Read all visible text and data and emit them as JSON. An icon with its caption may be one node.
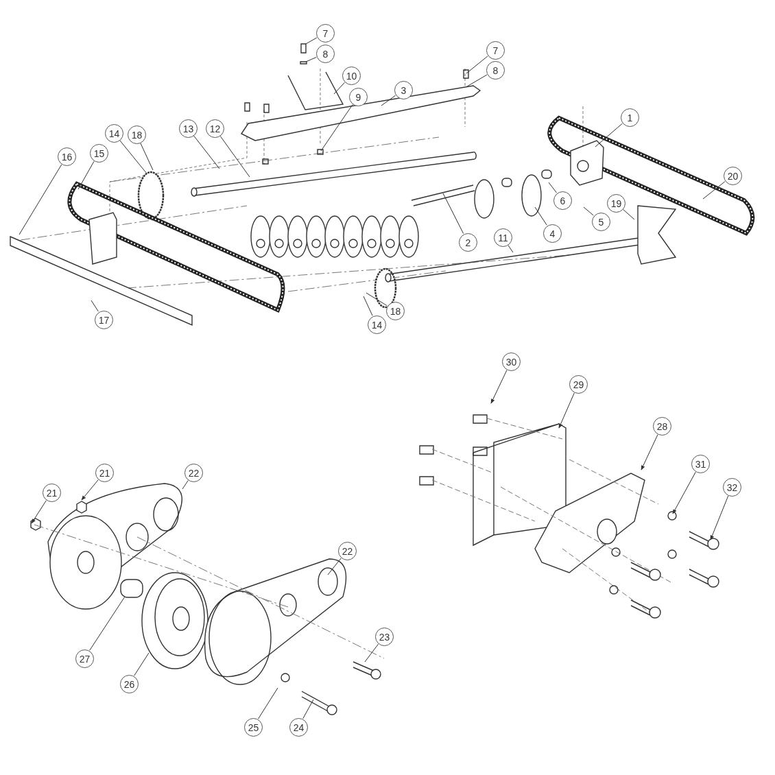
{
  "diagram": {
    "nodes": [
      {
        "text": [
          "7"
        ]
      },
      {
        "text": [
          "7"
        ]
      },
      {
        "text": [
          "8"
        ]
      },
      {
        "text": [
          "8"
        ]
      },
      {
        "text": [
          "10"
        ]
      },
      {
        "text": [
          "3"
        ]
      },
      {
        "text": [
          "9"
        ]
      },
      {
        "text": [
          "1"
        ]
      },
      {
        "text": [
          "13"
        ]
      },
      {
        "text": [
          "12"
        ]
      },
      {
        "text": [
          "14"
        ]
      },
      {
        "text": [
          "18"
        ]
      },
      {
        "text": [
          "15"
        ]
      },
      {
        "text": [
          "16"
        ]
      },
      {
        "text": [
          "20"
        ]
      },
      {
        "text": [
          "6"
        ]
      },
      {
        "text": [
          "19"
        ]
      },
      {
        "text": [
          "5"
        ]
      },
      {
        "text": [
          "11"
        ]
      },
      {
        "text": [
          "4"
        ]
      },
      {
        "text": [
          "2"
        ]
      },
      {
        "text": [
          "18"
        ]
      },
      {
        "text": [
          "14"
        ]
      },
      {
        "text": [
          "17"
        ]
      },
      {
        "text": [
          "30"
        ]
      },
      {
        "text": [
          "29"
        ]
      },
      {
        "text": [
          "21"
        ]
      },
      {
        "text": [
          "22"
        ]
      },
      {
        "text": [
          "21"
        ]
      },
      {
        "text": [
          "28"
        ]
      },
      {
        "text": [
          "31"
        ]
      },
      {
        "text": [
          "32"
        ]
      },
      {
        "text": [
          "22"
        ]
      },
      {
        "text": [
          "23"
        ]
      },
      {
        "text": [
          "27"
        ]
      },
      {
        "text": [
          "26"
        ]
      },
      {
        "text": [
          "25"
        ]
      },
      {
        "text": [
          "24"
        ]
      }
    ],
    "edges": [
      {
        "from": 0,
        "to": null,
        "arrow": "none"
      },
      {
        "from": 1,
        "to": null,
        "arrow": "none"
      },
      {
        "from": 2,
        "to": null,
        "arrow": "none"
      },
      {
        "from": 3,
        "to": null,
        "arrow": "none"
      },
      {
        "from": 4,
        "to": null,
        "arrow": "none"
      },
      {
        "from": 5,
        "to": null,
        "arrow": "none"
      },
      {
        "from": 6,
        "to": null,
        "arrow": "none"
      },
      {
        "from": 7,
        "to": null,
        "arrow": "none"
      },
      {
        "from": 8,
        "to": null,
        "arrow": "none"
      },
      {
        "from": 9,
        "to": null,
        "arrow": "none"
      },
      {
        "from": 10,
        "to": null,
        "arrow": "none"
      },
      {
        "from": 11,
        "to": null,
        "arrow": "none"
      },
      {
        "from": 12,
        "to": null,
        "arrow": "none"
      },
      {
        "from": 13,
        "to": null,
        "arrow": "none"
      },
      {
        "from": 14,
        "to": null,
        "arrow": "none"
      },
      {
        "from": 15,
        "to": null,
        "arrow": "none"
      },
      {
        "from": 16,
        "to": null,
        "arrow": "none"
      },
      {
        "from": 17,
        "to": null,
        "arrow": "none"
      },
      {
        "from": 18,
        "to": null,
        "arrow": "none"
      },
      {
        "from": 19,
        "to": null,
        "arrow": "none"
      },
      {
        "from": 20,
        "to": null,
        "arrow": "none"
      },
      {
        "from": 21,
        "to": null,
        "arrow": "none"
      },
      {
        "from": 22,
        "to": null,
        "arrow": "none"
      },
      {
        "from": 23,
        "to": null,
        "arrow": "none"
      },
      {
        "from": 24,
        "to": null,
        "arrow": "to"
      },
      {
        "from": 25,
        "to": null,
        "arrow": "to"
      },
      {
        "from": 26,
        "to": null,
        "arrow": "to"
      },
      {
        "from": 27,
        "to": null,
        "arrow": "none"
      },
      {
        "from": 28,
        "to": null,
        "arrow": "to"
      },
      {
        "from": 29,
        "to": null,
        "arrow": "to"
      },
      {
        "from": 30,
        "to": null,
        "arrow": "to"
      },
      {
        "from": 31,
        "to": null,
        "arrow": "to"
      },
      {
        "from": 32,
        "to": null,
        "arrow": "none"
      },
      {
        "from": 33,
        "to": null,
        "arrow": "none"
      },
      {
        "from": 34,
        "to": null,
        "arrow": "none"
      },
      {
        "from": 35,
        "to": null,
        "arrow": "none"
      },
      {
        "from": 36,
        "to": null,
        "arrow": "none"
      },
      {
        "from": 37,
        "to": null,
        "arrow": "none"
      }
    ]
  }
}
